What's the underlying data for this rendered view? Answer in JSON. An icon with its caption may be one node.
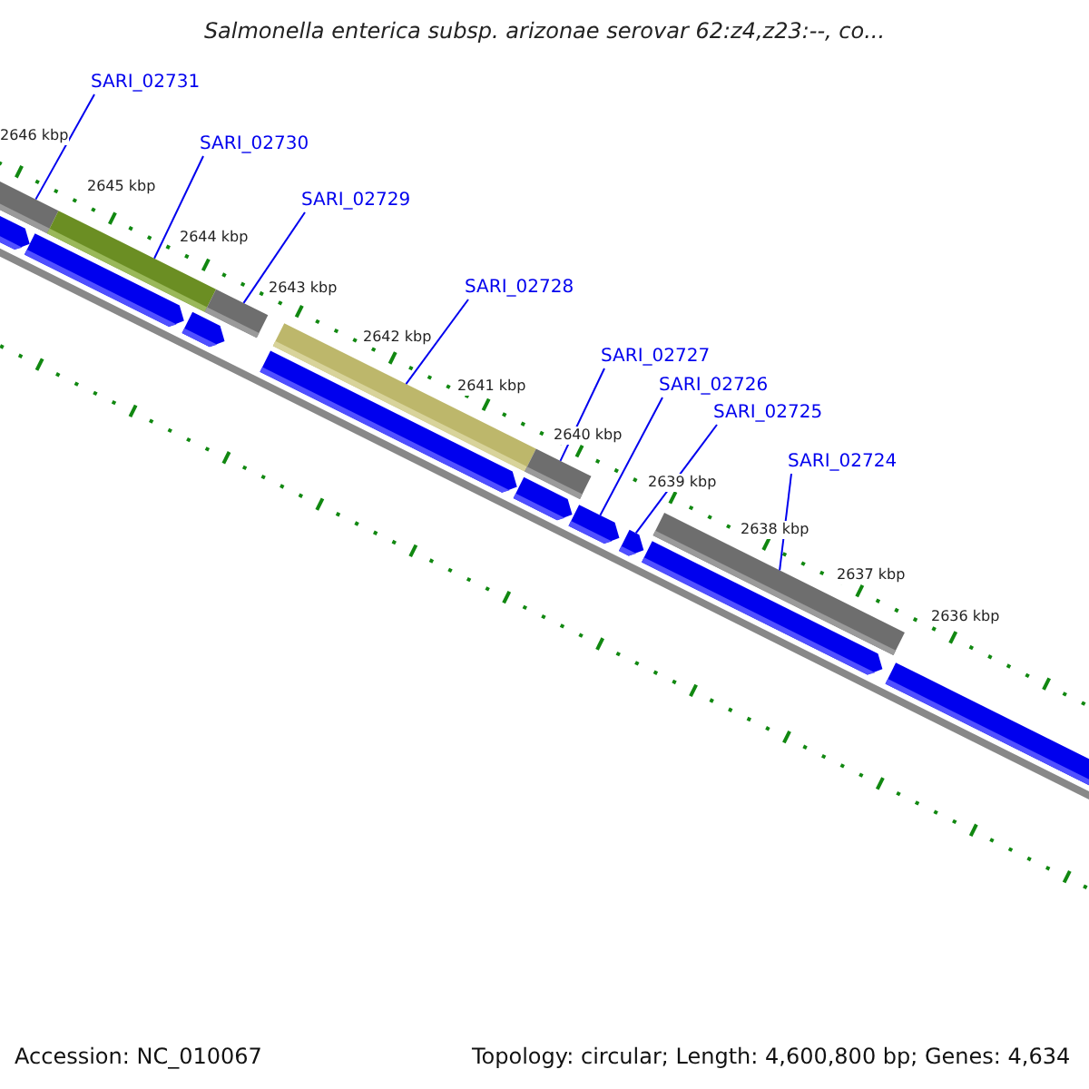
{
  "diagram": {
    "title": "Salmonella enterica subsp. arizonae serovar 62:z4,z23:--, co...",
    "nodes": [
      {
        "text": [
          "SARI_02731"
        ]
      },
      {
        "text": [
          "SARI_02730"
        ]
      },
      {
        "text": [
          "SARI_02729"
        ]
      },
      {
        "text": [
          "SARI_02728"
        ]
      },
      {
        "text": [
          "SARI_02727"
        ]
      },
      {
        "text": [
          "SARI_02726"
        ]
      },
      {
        "text": [
          "SARI_02725"
        ]
      },
      {
        "text": [
          "SARI_02724"
        ]
      },
      {
        "text": [],
        "shape": "bar"
      },
      {
        "text": [],
        "shape": "bar"
      },
      {
        "text": [],
        "shape": "bar"
      },
      {
        "text": [],
        "shape": "bar"
      },
      {
        "text": [],
        "shape": "bar"
      },
      {
        "text": [],
        "shape": "bar"
      },
      {
        "text": [],
        "shape": "bar"
      },
      {
        "text": [],
        "shape": "bar"
      }
    ],
    "edges": [
      {
        "from": 0,
        "to": 8,
        "arrow": "none"
      },
      {
        "from": 1,
        "to": 9,
        "arrow": "none"
      },
      {
        "from": 2,
        "to": 10,
        "arrow": "none"
      },
      {
        "from": 3,
        "to": 11,
        "arrow": "none"
      },
      {
        "from": 4,
        "to": 12,
        "arrow": "none"
      },
      {
        "from": 5,
        "to": 13,
        "arrow": "none"
      },
      {
        "from": 6,
        "to": 14,
        "arrow": "none"
      },
      {
        "from": 7,
        "to": 15,
        "arrow": "none"
      }
    ],
    "labels": [
      "2646 kbp",
      "2645 kbp",
      "2644 kbp",
      "2643 kbp",
      "2642 kbp",
      "2641 kbp",
      "2640 kbp",
      "2639 kbp",
      "2638 kbp",
      "2637 kbp",
      "2636 kbp",
      "Accession: NC_010067",
      "Topology: circular; Length: 4,600,800 bp; Genes: 4,634"
    ]
  }
}
